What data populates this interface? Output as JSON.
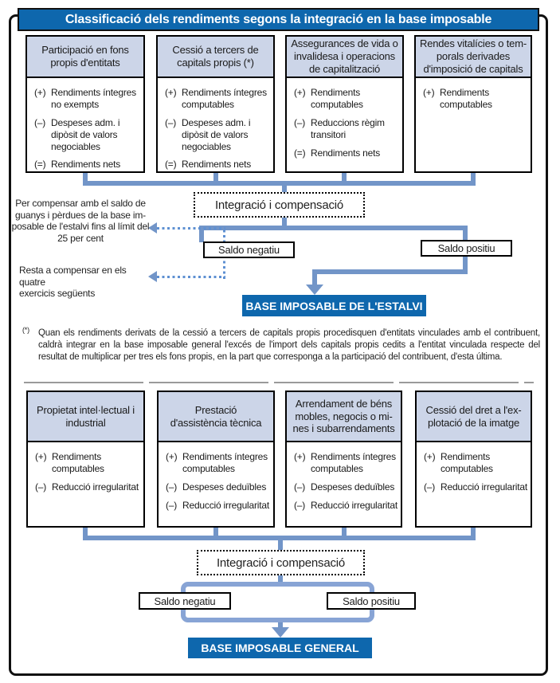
{
  "title": "Classificació dels rendiments segons la integració en la base imposable",
  "colors": {
    "accent_blue": "#0e67ad",
    "connector_blue": "#7295c8",
    "dotted_arrow_blue": "#5e90d2",
    "box_header_fill": "#ccd5e8"
  },
  "savings_section": {
    "boxes": [
      {
        "header": "Participació en fons\npropis d'entitats",
        "items": [
          {
            "sign": "(+)",
            "text": "Rendiments íntegres\nno exempts"
          },
          {
            "sign": "(–)",
            "text": "Despeses adm. i\ndipòsit de valors\nnegociables"
          },
          {
            "sign": "(=)",
            "text": "Rendiments nets"
          }
        ]
      },
      {
        "header": "Cessió a tercers de\ncapitals propis (*)",
        "items": [
          {
            "sign": "(+)",
            "text": "Rendiments íntegres\ncomputables"
          },
          {
            "sign": "(–)",
            "text": "Despeses adm. i\ndipòsit de valors\nnegociables"
          },
          {
            "sign": "(=)",
            "text": "Rendiments nets"
          }
        ]
      },
      {
        "header": "Assegurances de vida o\ninvalidesa i operacions\nde capitalització",
        "items": [
          {
            "sign": "(+)",
            "text": "Rendiments\ncomputables"
          },
          {
            "sign": "(–)",
            "text": "Reduccions règim\ntransitori"
          },
          {
            "sign": "(=)",
            "text": "Rendiments nets"
          }
        ]
      },
      {
        "header": "Rendes vitalícies o tem-\nporals derivades\nd'imposició de capitals",
        "items": [
          {
            "sign": "(+)",
            "text": "Rendiments\ncomputables"
          }
        ]
      }
    ],
    "integration_label": "Integració i compensació",
    "negative_label": "Saldo negatiu",
    "positive_label": "Saldo positiu",
    "result_label": "BASE IMPOSABLE DE L'ESTALVI",
    "note_compensate": "Per compensar amb el saldo de\nguanys i pèrdues de la base im-\nposable de l'estalvi fins al límit del\n25 per cent",
    "note_remaining": "Resta a compensar en els quatre\nexercicis següents"
  },
  "footnote": {
    "marker": "(*)",
    "text": "Quan els rendiments derivats de la cessió a tercers de capitals propis procedisquen d'entitats vinculades amb el contribuent, caldrà integrar en la base imposable general l'excés de l'import dels capitals propis cedits a l'entitat vinculada respecte del resultat de multiplicar per tres els fons propis, en la part que corresponga a la participació del contribuent, d'esta última."
  },
  "general_section": {
    "boxes": [
      {
        "header": "Propietat intel·lectual i\nindustrial",
        "items": [
          {
            "sign": "(+)",
            "text": "Rendiments\ncomputables"
          },
          {
            "sign": "(–)",
            "text": "Reducció irregularitat"
          }
        ]
      },
      {
        "header": "Prestació\nd'assistència tècnica",
        "items": [
          {
            "sign": "(+)",
            "text": "Rendiments íntegres\ncomputables"
          },
          {
            "sign": "(–)",
            "text": "Despeses deduïbles"
          },
          {
            "sign": "(–)",
            "text": "Reducció irregularitat"
          }
        ]
      },
      {
        "header": "Arrendament de béns\nmobles, negocis o mi-\nnes i subarrendaments",
        "items": [
          {
            "sign": "(+)",
            "text": "Rendiments íntegres\ncomputables"
          },
          {
            "sign": "(–)",
            "text": "Despeses deduïbles"
          },
          {
            "sign": "(–)",
            "text": "Reducció irregularitat"
          }
        ]
      },
      {
        "header": "Cessió del dret a l'ex-\nplotació de la imatge",
        "items": [
          {
            "sign": "(+)",
            "text": "Rendiments\ncomputables"
          },
          {
            "sign": "(–)",
            "text": "Reducció irregularitat"
          }
        ]
      }
    ],
    "integration_label": "Integració i compensació",
    "negative_label": "Saldo negatiu",
    "positive_label": "Saldo positiu",
    "result_label": "BASE IMPOSABLE GENERAL"
  }
}
